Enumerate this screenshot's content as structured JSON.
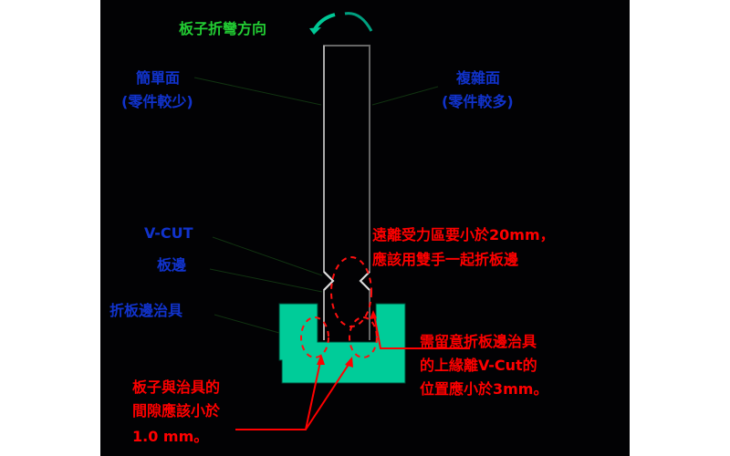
{
  "colors": {
    "background": "#020204",
    "green_label": "#22cc33",
    "blue_label": "#1133cc",
    "red_label": "#ff0000",
    "jig": "#00cc99",
    "arrow": "#00c896",
    "board": "#aaaaaa"
  },
  "labels": {
    "bend_direction": "板子折彎方向",
    "simple_side": "簡單面",
    "simple_side_note": "(零件較少)",
    "complex_side": "複雜面",
    "complex_side_note": "(零件較多)",
    "vcut": "V-CUT",
    "board_edge": "板邊",
    "jig": "折板邊治具"
  },
  "notes": {
    "force_line1": "遠離受力區要小於20mm，",
    "force_line2": "應該用雙手一起折板邊",
    "jig_line1": "需留意折板邊治具",
    "jig_line2": "的上緣離V-Cut的",
    "jig_line3": "位置應小於3mm。",
    "gap_line1": "板子與治具的",
    "gap_line2": "間隙應該小於",
    "gap_line3": "1.0 mm。"
  }
}
